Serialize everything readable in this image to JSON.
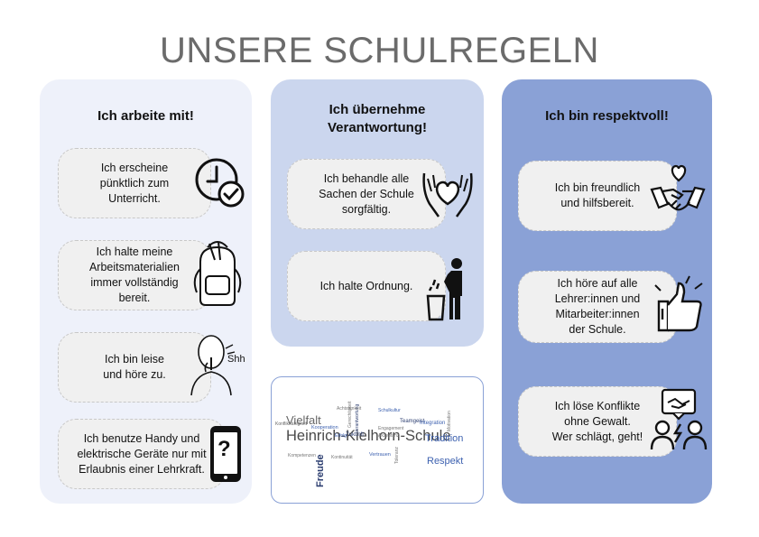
{
  "title": "UNSERE SCHULREGELN",
  "columns": [
    {
      "heading": "Ich arbeite mit!",
      "cards": [
        "Ich erscheine\npünktlich zum\nUnterricht.",
        "Ich halte meine\nArbeitsmaterialien\nimmer vollständig\nbereit.",
        "Ich bin leise\nund höre zu.",
        "Ich benutze Handy und\nelektrische Geräte nur mit\nErlaubnis einer Lehrkraft."
      ]
    },
    {
      "heading": "Ich übernehme\nVerantwortung!",
      "cards": [
        "Ich behandle alle\nSachen der Schule\nsorgfältig.",
        "Ich halte Ordnung."
      ]
    },
    {
      "heading": "Ich bin respektvoll!",
      "cards": [
        "Ich bin freundlich\nund hilfsbereit.",
        "Ich höre auf alle\nLehrer:innen und\nMitarbeiter:innen\nder Schule.",
        "Ich löse Konflikte\nohne Gewalt.\nWer schlägt, geht!"
      ]
    }
  ],
  "icon_text": {
    "shh": "Shh",
    "phone_mark": "?"
  },
  "wordcloud": {
    "words": [
      "Heinrich-Kielhorn-Schule",
      "Vielfalt",
      "Tradition",
      "Respekt",
      "Freude",
      "Teamgeist",
      "Integration",
      "Kooperation",
      "Zukunft",
      "Vertrauen",
      "Toleranz",
      "Konfliktfähigkeit",
      "Kompetenzen",
      "Kontinuität",
      "Gerechtigkeit",
      "Akzeptanz",
      "Engagement",
      "Schulkultur",
      "Erfolg",
      "Verantwortung",
      "Achtsamkeit",
      "Motivation"
    ]
  },
  "colors": {
    "title": "#6b6b6b",
    "column1": "#eef1fa",
    "column2": "#cbd6ee",
    "column3": "#8aa1d6",
    "card": "#f0f0f0"
  },
  "icons": [
    "clock-check-icon",
    "backpack-icon",
    "shh-person-icon",
    "phone-question-icon",
    "hands-heart-icon",
    "trash-bin-icon",
    "handshake-heart-icon",
    "thumbs-up-icon",
    "conflict-people-icon"
  ]
}
